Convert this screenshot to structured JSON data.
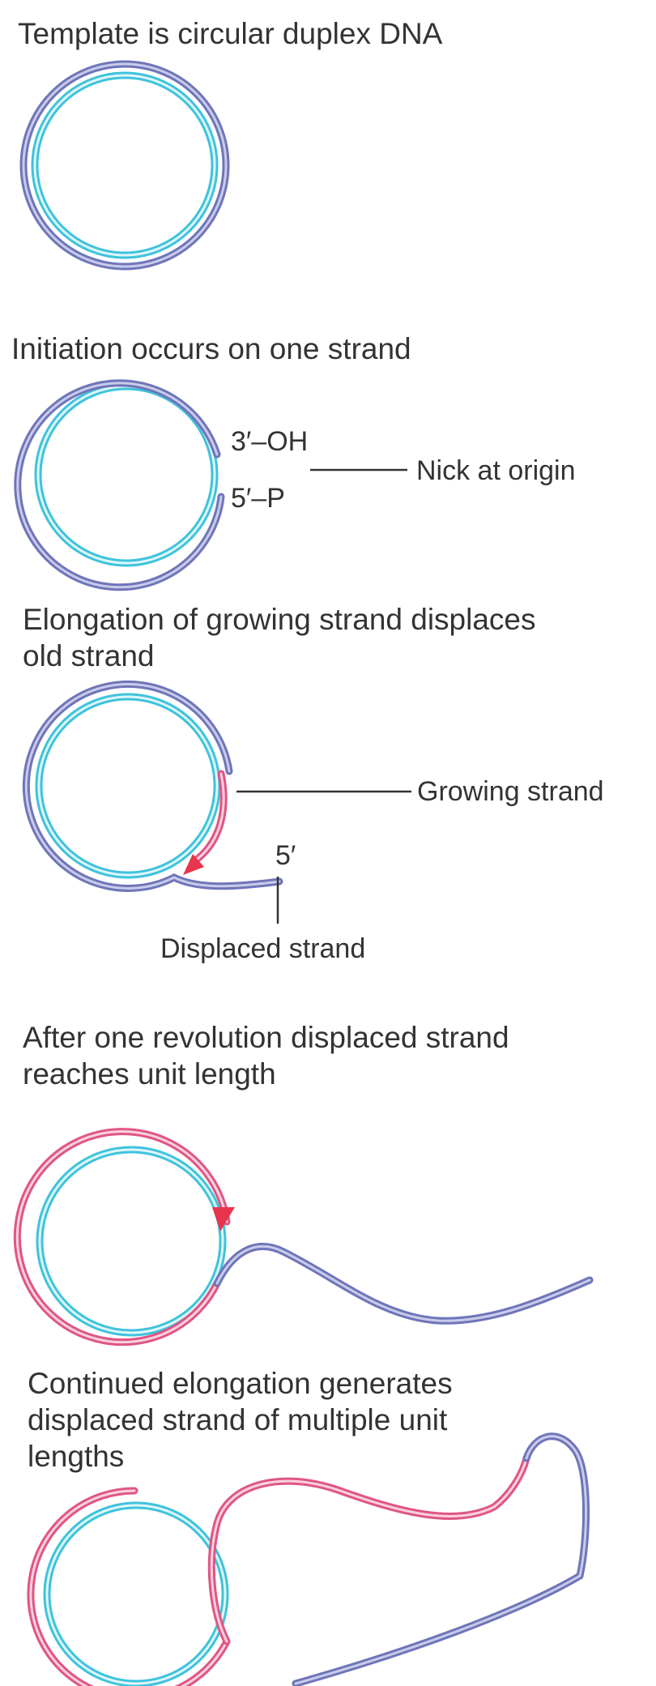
{
  "panels": [
    {
      "caption_lines": [
        "Template is circular duplex DNA"
      ]
    },
    {
      "caption_lines": [
        "Initiation occurs on one strand"
      ],
      "labels": {
        "three_prime": "3′–OH",
        "five_prime": "5′–P",
        "nick": "Nick at origin"
      }
    },
    {
      "caption_lines": [
        "Elongation of growing strand displaces",
        "old strand"
      ],
      "labels": {
        "growing": "Growing strand",
        "five_prime": "5′",
        "displaced": "Displaced strand"
      }
    },
    {
      "caption_lines": [
        "After one revolution displaced strand",
        "reaches unit length"
      ]
    },
    {
      "caption_lines": [
        "Continued elongation generates",
        "displaced strand of multiple unit",
        "lengths"
      ]
    }
  ],
  "colors": {
    "template_strand": "#6f75b8",
    "inner_strand": "#3ec3dc",
    "new_strand": "#e05584",
    "arrow": "#e8344e"
  }
}
